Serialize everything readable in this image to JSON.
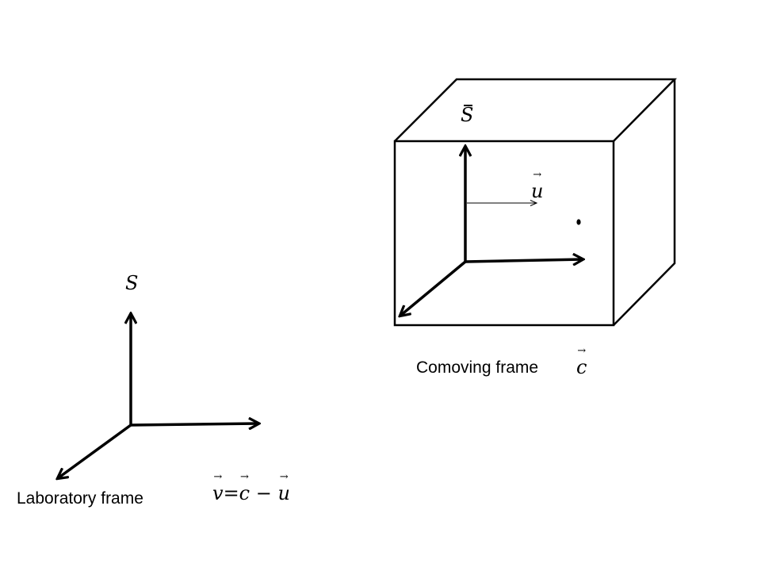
{
  "lab_frame": {
    "symbol": "S",
    "caption": "Laboratory frame"
  },
  "comoving_frame": {
    "symbol": "S",
    "caption": "Comoving frame",
    "velocity_symbol": "c"
  },
  "relative_velocity": {
    "symbol": "u"
  },
  "equation": {
    "lhs": "v",
    "equals": "=",
    "term1": "c",
    "minus": "−",
    "term2": "u"
  },
  "colors": {
    "stroke": "#000000",
    "background": "#ffffff"
  }
}
